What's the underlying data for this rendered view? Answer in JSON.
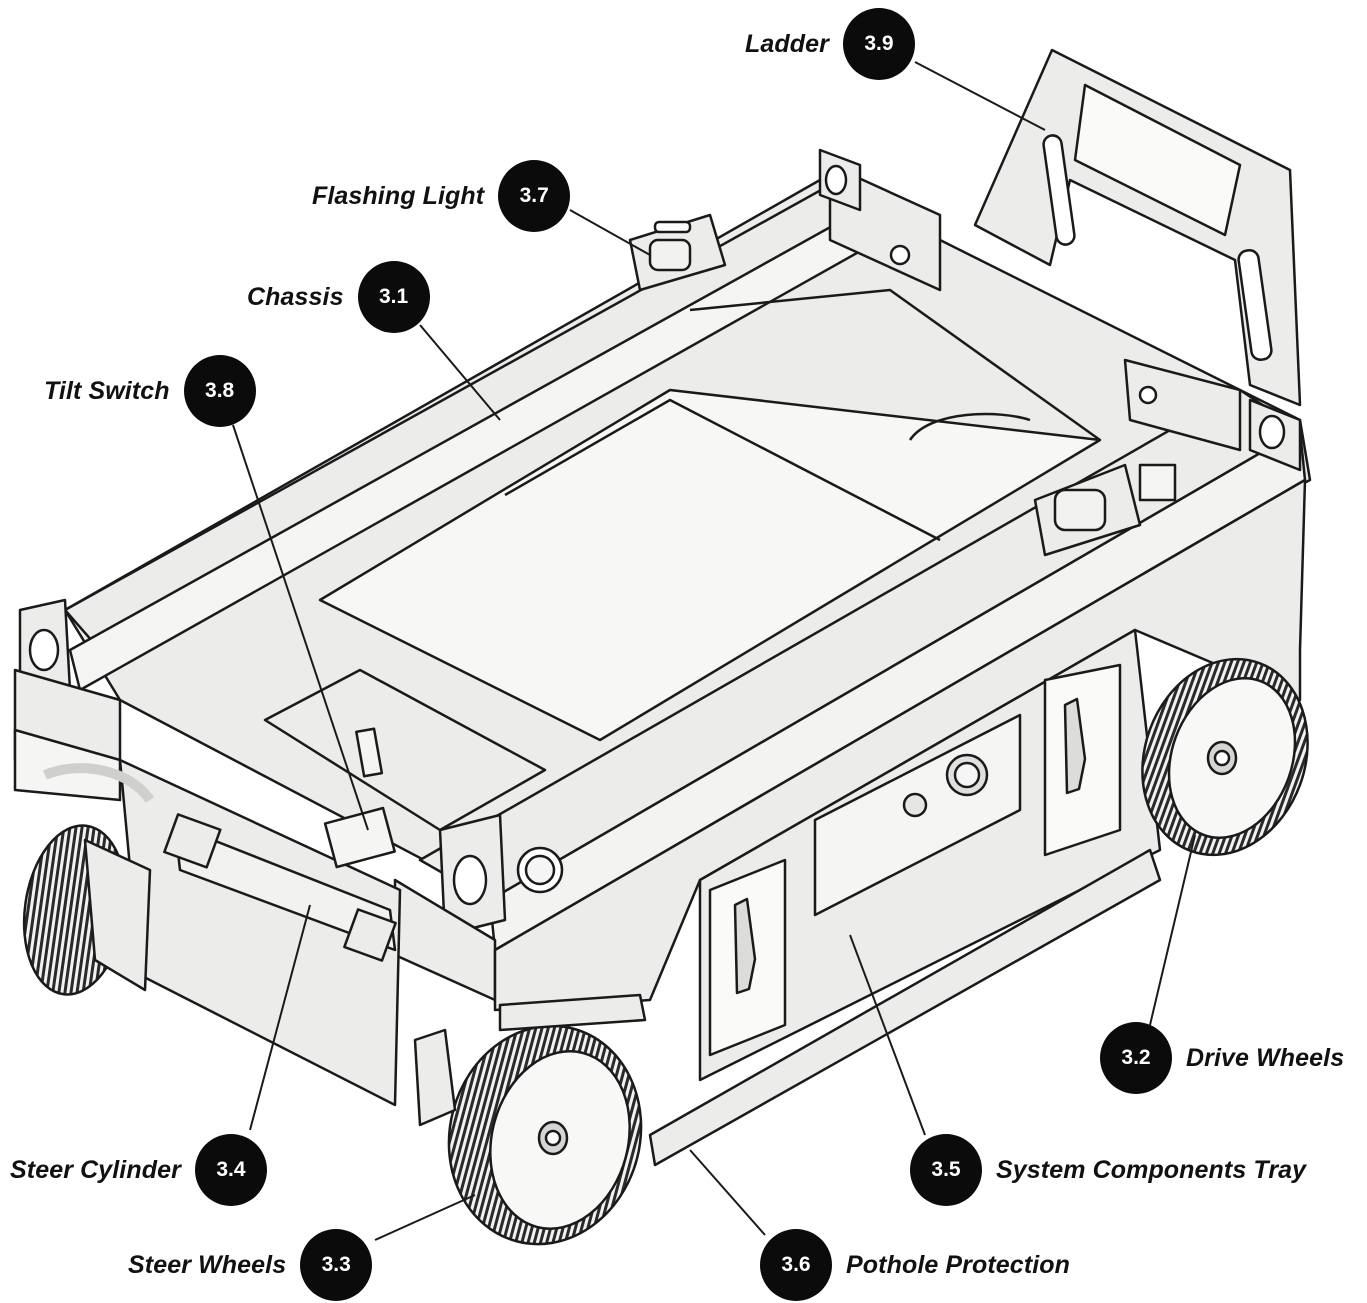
{
  "callouts": [
    {
      "id": "3.9",
      "label": "Ladder"
    },
    {
      "id": "3.7",
      "label": "Flashing Light"
    },
    {
      "id": "3.1",
      "label": "Chassis"
    },
    {
      "id": "3.8",
      "label": "Tilt Switch"
    },
    {
      "id": "3.2",
      "label": "Drive Wheels"
    },
    {
      "id": "3.4",
      "label": "Steer Cylinder"
    },
    {
      "id": "3.5",
      "label": "System Components Tray"
    },
    {
      "id": "3.3",
      "label": "Steer Wheels"
    },
    {
      "id": "3.6",
      "label": "Pothole Protection"
    }
  ],
  "colors": {
    "badge": "#0b0b0b",
    "badge_text": "#ffffff",
    "label": "#111111",
    "part_fill": "#ececea",
    "part_stroke": "#1a1a1a"
  }
}
